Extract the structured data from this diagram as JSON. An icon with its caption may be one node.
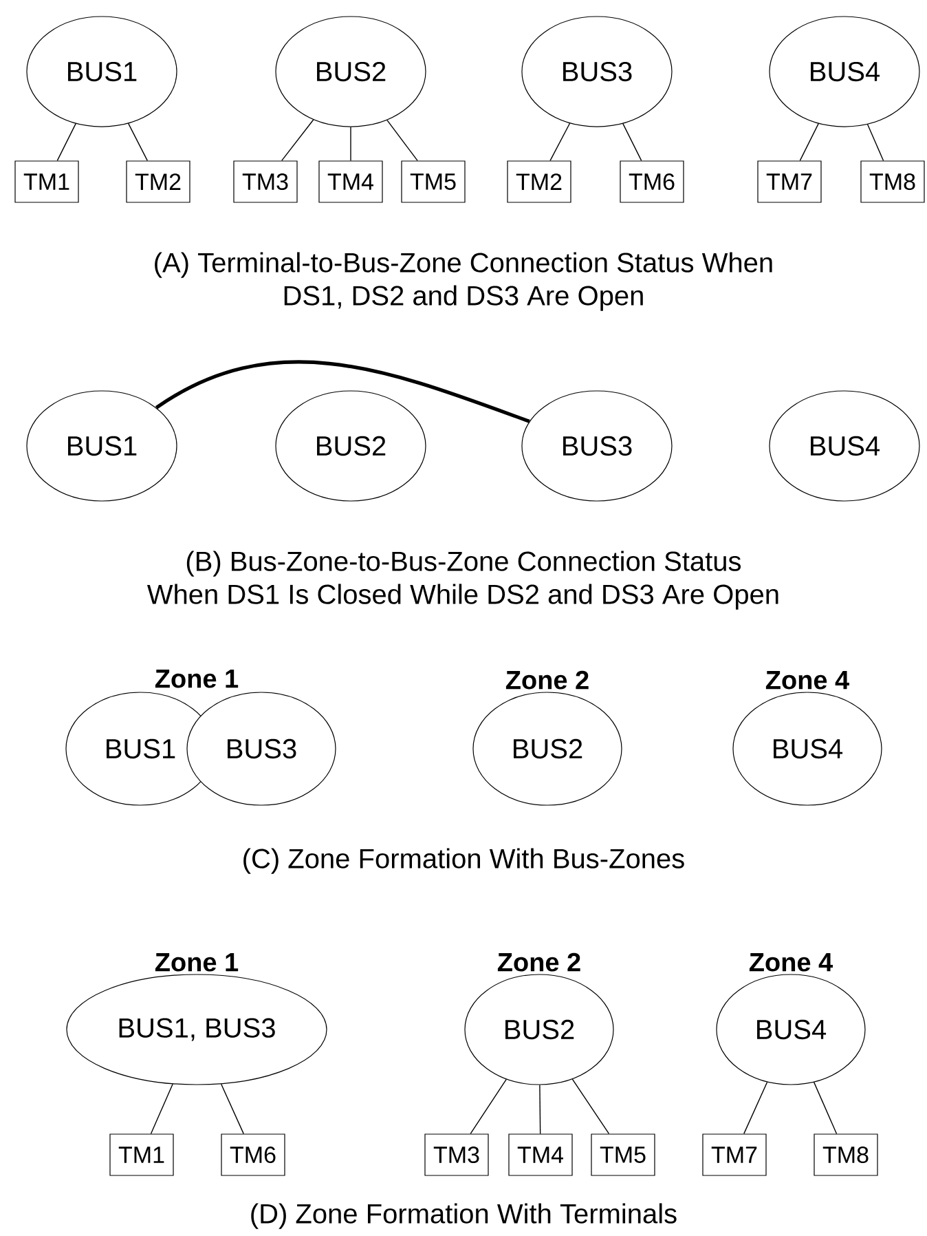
{
  "diagram": {
    "nodes": [
      {
        "text": [
          "BUS1"
        ]
      },
      {
        "text": [
          "BUS2"
        ]
      },
      {
        "text": [
          "BUS3"
        ]
      },
      {
        "text": [
          "BUS4"
        ]
      },
      {
        "text": [
          "TM1"
        ]
      },
      {
        "text": [
          "TM2"
        ]
      },
      {
        "text": [
          "TM3"
        ]
      },
      {
        "text": [
          "TM4"
        ]
      },
      {
        "text": [
          "TM5"
        ]
      },
      {
        "text": [
          "TM2"
        ]
      },
      {
        "text": [
          "TM6"
        ]
      },
      {
        "text": [
          "TM7"
        ]
      },
      {
        "text": [
          "TM8"
        ]
      },
      {
        "text": [
          "BUS1"
        ]
      },
      {
        "text": [
          "BUS2"
        ]
      },
      {
        "text": [
          "BUS3"
        ]
      },
      {
        "text": [
          "BUS4"
        ]
      },
      {
        "text": [
          "BUS1"
        ]
      },
      {
        "text": [
          "BUS3"
        ]
      },
      {
        "text": [
          "Zone 2",
          "BUS2"
        ]
      },
      {
        "text": [
          "Zone 4",
          "BUS4"
        ]
      },
      {
        "text": [
          "Zone 1",
          "BUS1, BUS3"
        ]
      },
      {
        "text": [
          "Zone 2",
          "BUS2"
        ]
      },
      {
        "text": [
          "Zone 4",
          "BUS4"
        ]
      },
      {
        "text": [
          "TM1"
        ]
      },
      {
        "text": [
          "TM6"
        ]
      },
      {
        "text": [
          "TM3"
        ]
      },
      {
        "text": [
          "TM4"
        ]
      },
      {
        "text": [
          "TM5"
        ]
      },
      {
        "text": [
          "TM7"
        ]
      },
      {
        "text": [
          "TM8"
        ]
      }
    ],
    "edges": [
      {
        "from": 0,
        "to": 4,
        "arrow": "none"
      },
      {
        "from": 0,
        "to": 5,
        "arrow": "none"
      },
      {
        "from": 1,
        "to": 6,
        "arrow": "none"
      },
      {
        "from": 1,
        "to": 7,
        "arrow": "none"
      },
      {
        "from": 1,
        "to": 8,
        "arrow": "none"
      },
      {
        "from": 2,
        "to": 9,
        "arrow": "none"
      },
      {
        "from": 2,
        "to": 10,
        "arrow": "none"
      },
      {
        "from": 3,
        "to": 11,
        "arrow": "none"
      },
      {
        "from": 3,
        "to": 12,
        "arrow": "none"
      },
      {
        "from": 13,
        "to": 15,
        "arrow": "none",
        "style": "thick"
      },
      {
        "from": 21,
        "to": 24,
        "arrow": "none"
      },
      {
        "from": 21,
        "to": 25,
        "arrow": "none"
      },
      {
        "from": 22,
        "to": 26,
        "arrow": "none"
      },
      {
        "from": 22,
        "to": 27,
        "arrow": "none"
      },
      {
        "from": 22,
        "to": 28,
        "arrow": "none"
      },
      {
        "from": 23,
        "to": 29,
        "arrow": "none"
      },
      {
        "from": 23,
        "to": 30,
        "arrow": "none"
      }
    ],
    "labels": [
      "(A) Terminal-to-Bus-Zone Connection Status When DS1, DS2 and DS3 Are Open",
      "(B) Bus-Zone-to-Bus-Zone Connection Status When DS1 Is Closed While DS2 and DS3 Are Open",
      "Zone 1",
      "(C) Zone Formation With Bus-Zones",
      "(D) Zone Formation With Terminals"
    ]
  }
}
